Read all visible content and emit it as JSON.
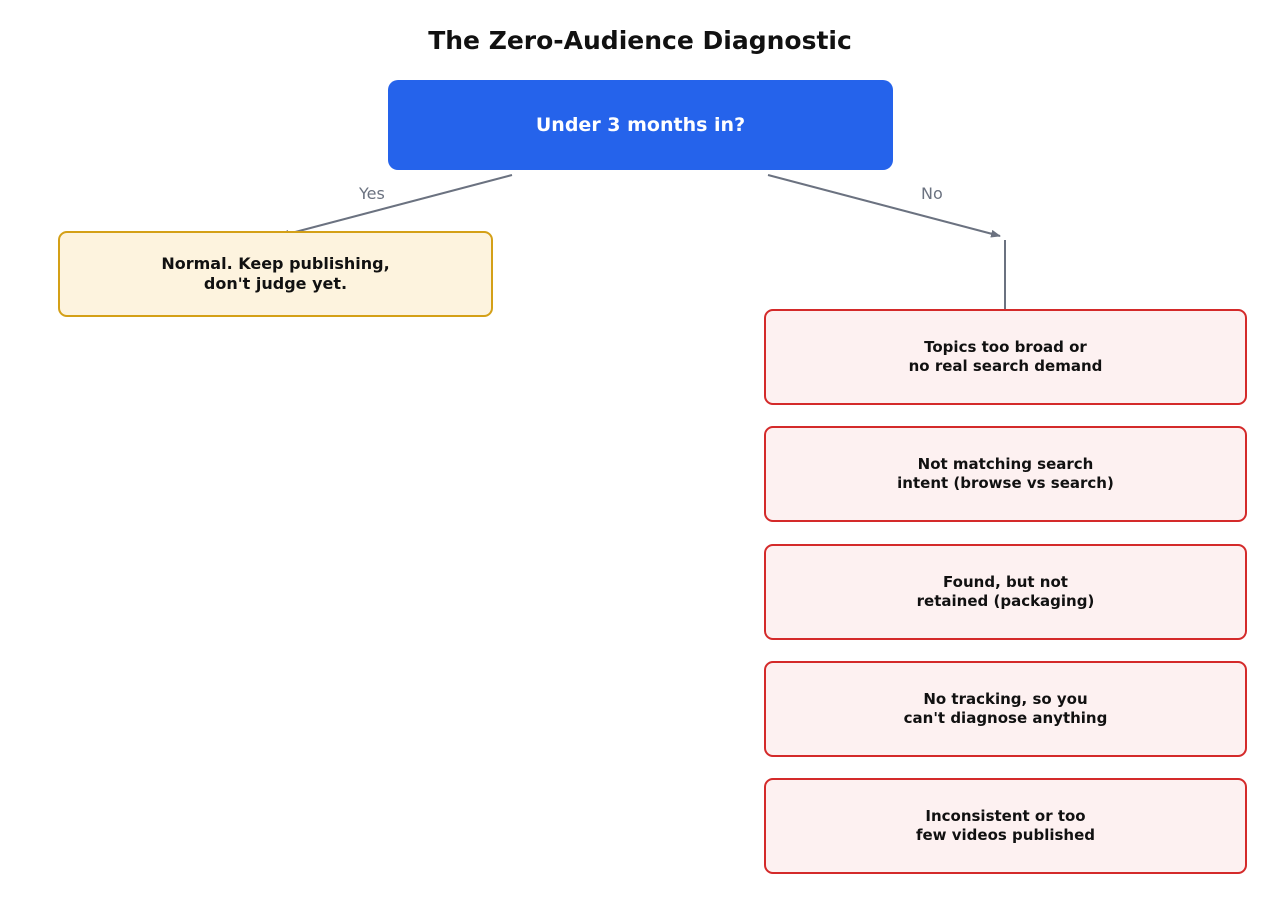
{
  "title": "The Zero-Audience Diagnostic",
  "root": {
    "label": "Under 3 months in?"
  },
  "branches": {
    "yes": {
      "label": "Yes",
      "outcome": "Normal. Keep publishing,\ndon't judge yet."
    },
    "no": {
      "label": "No",
      "causes": [
        "Topics too broad or\nno real search demand",
        "Not matching search\nintent (browse vs search)",
        "Found, but not\nretained (packaging)",
        "No tracking, so you\ncan't diagnose anything",
        "Inconsistent or too\nfew videos published"
      ]
    }
  },
  "colors": {
    "root_fill": "#2563eb",
    "yes_fill": "#fdf3de",
    "yes_border": "#d4a017",
    "cause_fill": "#fdf1f1",
    "cause_border": "#d42a2a",
    "connector": "#6b7280"
  }
}
